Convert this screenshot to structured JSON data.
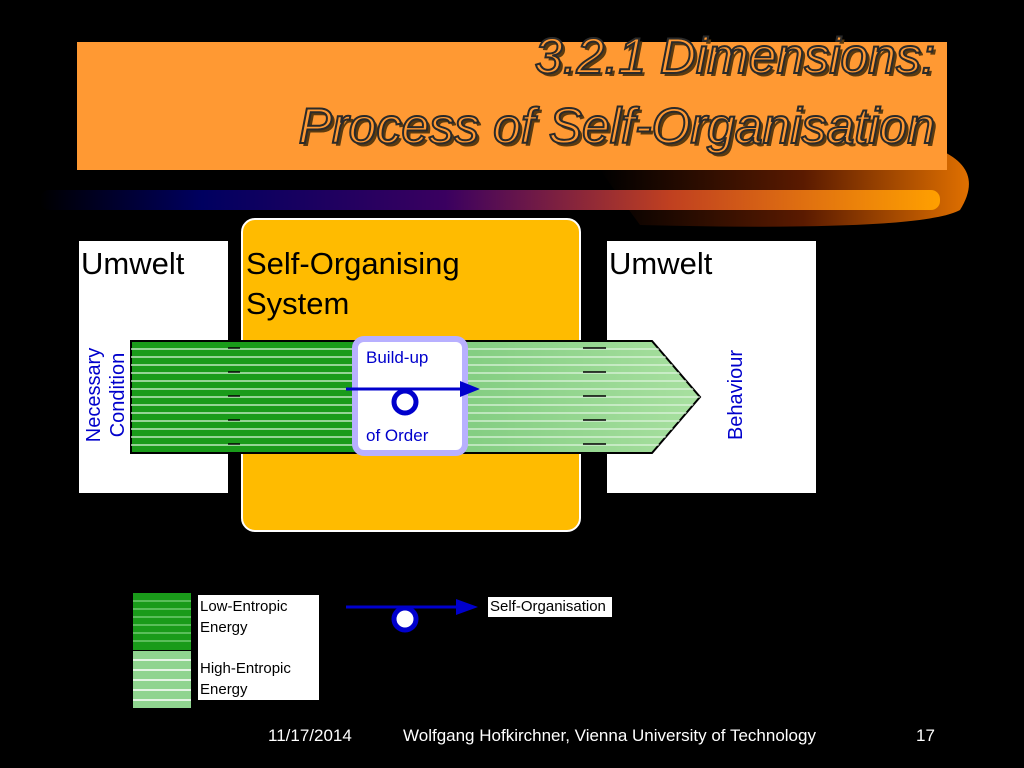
{
  "title": {
    "line1": "3.2.1 Dimensions:",
    "line2": "Process of Self-Organisation"
  },
  "diagram": {
    "umwelt_left": "Umwelt",
    "system_line1": "Self-Organising",
    "system_line2": "System",
    "umwelt_right": "Umwelt",
    "input_line1": "Necessary",
    "input_line2": "Condition",
    "buildup_line1": "Build-up",
    "buildup_line2": "of Order",
    "output_label": "Behaviour"
  },
  "legend": {
    "low_line1": "Low-Entropic",
    "low_line2": "Energy",
    "high_line1": "High-Entropic",
    "high_line2": "Energy",
    "self_org": "Self-Organisation"
  },
  "footer": {
    "date": "11/17/2014",
    "author": "Wolfgang Hofkirchner, Vienna University of Technology",
    "page": "17"
  },
  "colors": {
    "background": "#000000",
    "banner": "#ff9933",
    "system": "#ffbb00",
    "low_entropic": "#1a9b1a",
    "high_entropic": "#8fd48f",
    "arrow_blue": "#0000cc",
    "buildup_border": "#b8b0ff"
  }
}
